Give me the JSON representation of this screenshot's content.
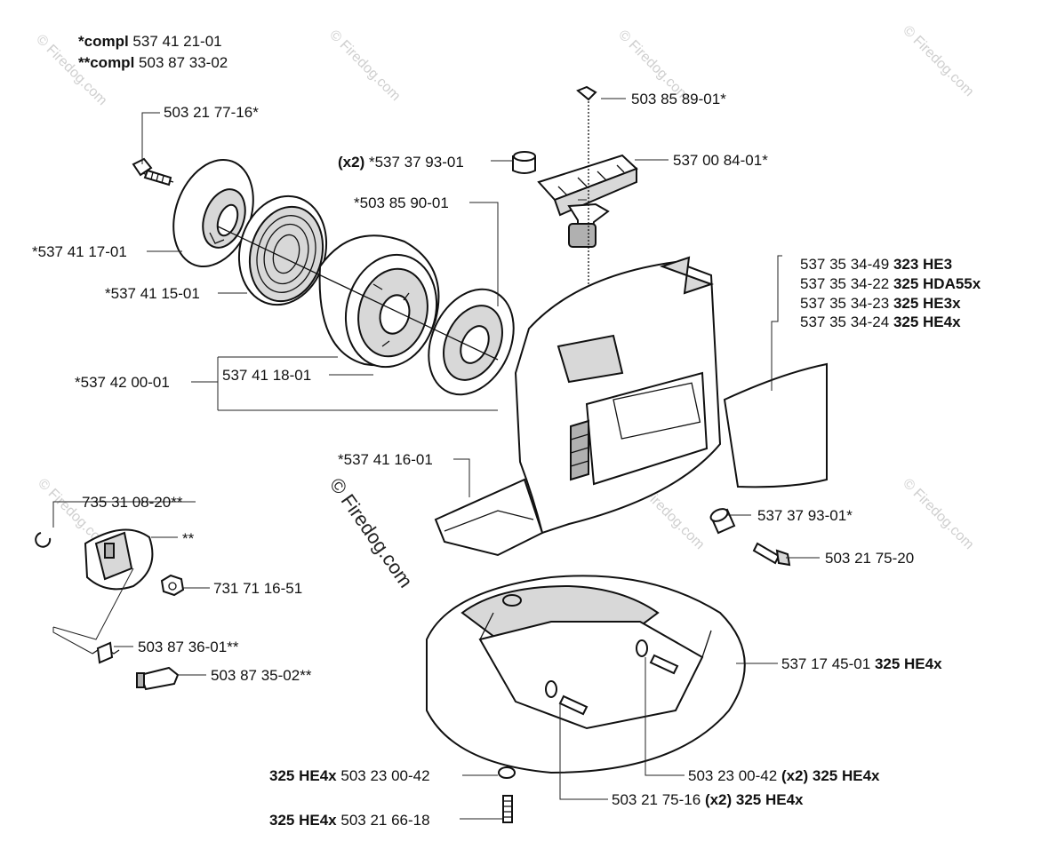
{
  "header": {
    "line1_prefix": "*compl",
    "line1_value": "537 41 21-01",
    "line2_prefix": "**compl",
    "line2_value": "503 87 33-02"
  },
  "watermark": {
    "text": "© Firedog.com",
    "color": "#cfcfcf"
  },
  "labels": {
    "p_503217716": "503 21 77-16*",
    "p_537411701": "*537 41 17-01",
    "p_537411501": "*537 41 15-01",
    "p_537420001": "*537 42 00-01",
    "p_537411801": "537 41 18-01",
    "p_x2_prefix": "(x2)",
    "p_537379301a": "*537 37 93-01",
    "p_503859001": "*503 85 90-01",
    "p_503858901": "503 85 89-01*",
    "p_537008401": "537 00 84-01*",
    "p_537411601": "*537 41 16-01",
    "p_537379301b": "537 37 93-01*",
    "p_503217520": "503 21 75-20",
    "p_735310820": "735 31 08-20**",
    "p_starstar": "**",
    "p_731711651": "731 71 16-51",
    "p_503873601": "503 87 36-01**",
    "p_503873502": "503 87 35-02**",
    "p_537174501": "537 17 45-01",
    "p_537174501_model": "325 HE4x",
    "p_503230042r": "503 23 00-42",
    "p_503230042r_model": "(x2) 325 HE4x",
    "p_503217516": "503 21 75-16",
    "p_503217516_model": "(x2) 325 HE4x",
    "p_503230042l_model": "325 HE4x",
    "p_503230042l": "503 23 00-42",
    "p_503216618_model": "325 HE4x",
    "p_503216618": "503 21 66-18"
  },
  "decals": [
    {
      "part": "537 35 34-49",
      "model": "323 HE3"
    },
    {
      "part": "537 35 34-22",
      "model": "325 HDA55x"
    },
    {
      "part": "537 35 34-23",
      "model": "325 HE3x"
    },
    {
      "part": "537 35 34-24",
      "model": "325 HE4x"
    }
  ]
}
